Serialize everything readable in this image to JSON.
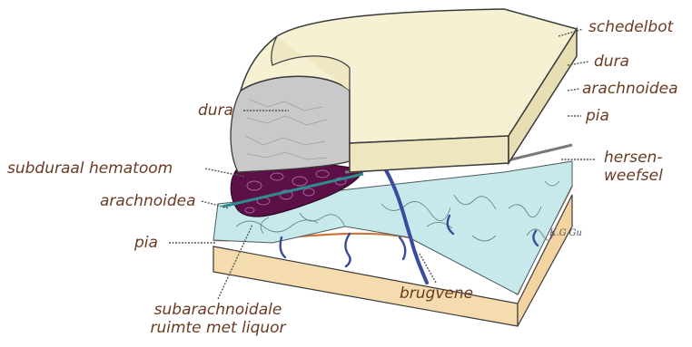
{
  "labels": {
    "schedelbot": "schedelbot",
    "dura_right": "dura",
    "arachnoidea_right": "arachnoidea",
    "pia_right": "pia",
    "hersenweefsel_line1": "hersen-",
    "hersenweefsel_line2": "weefsel",
    "dura_left": "dura",
    "subduraal_hematoom": "subduraal hematoom",
    "arachnoidea_left": "arachnoidea",
    "pia_left": "pia",
    "subarachnoidale_line1": "subarachnoidale",
    "subarachnoidale_line2": "ruimte met liquor",
    "brugvene": "brugvene"
  },
  "signature": "K.G.Gu",
  "colors": {
    "label_text": "#6b3a22",
    "bone": "#f6f1d3",
    "dura": "#c9c9c9",
    "arachnoid": "#bfe6ea",
    "brain": "#f5dcae",
    "hematoma": "#5d1048",
    "vein": "#3a4a9c"
  }
}
